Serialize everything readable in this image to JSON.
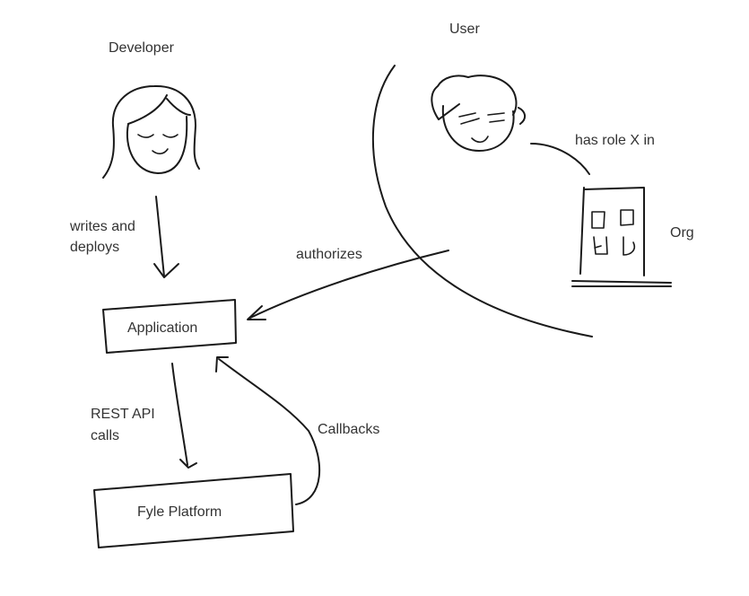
{
  "diagram": {
    "actors": {
      "developer": "Developer",
      "user": "User",
      "org": "Org"
    },
    "boxes": {
      "application": "Application",
      "fyle_platform": "Fyle Platform"
    },
    "edges": {
      "writes_and_deploys": [
        "writes and",
        "deploys"
      ],
      "authorizes": "authorizes",
      "has_role": "has role X in",
      "rest_api_calls": [
        "REST API",
        "calls"
      ],
      "callbacks": "Callbacks"
    }
  }
}
